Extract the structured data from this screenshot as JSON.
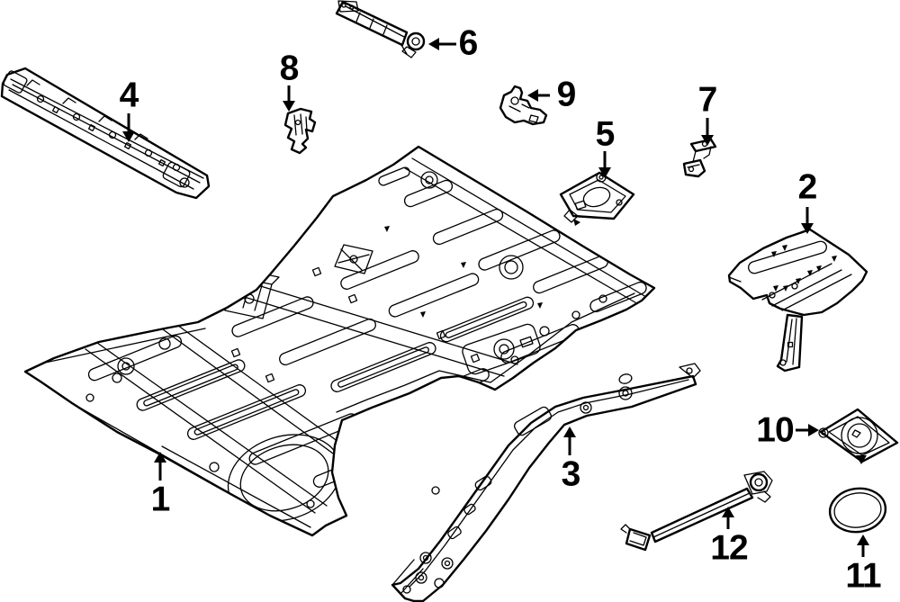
{
  "diagram": {
    "type": "exploded-parts-line-drawing",
    "background_color": "#ffffff",
    "line_color": "#000000",
    "callouts": [
      {
        "number": "1"
      },
      {
        "number": "2"
      },
      {
        "number": "3"
      },
      {
        "number": "4"
      },
      {
        "number": "5"
      },
      {
        "number": "6"
      },
      {
        "number": "7"
      },
      {
        "number": "8"
      },
      {
        "number": "9"
      },
      {
        "number": "10"
      },
      {
        "number": "11"
      },
      {
        "number": "12"
      }
    ]
  }
}
